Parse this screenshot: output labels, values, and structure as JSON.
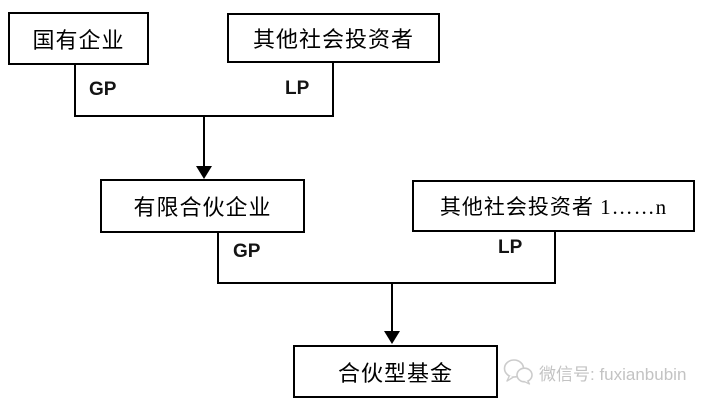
{
  "diagram": {
    "background": "#ffffff",
    "line_color": "#000000",
    "boxes": [
      {
        "id": "state-owned-enterprise",
        "label": "国有企业"
      },
      {
        "id": "other-social-investors",
        "label": "其他社会投资者"
      },
      {
        "id": "limited-partnership-enterprise",
        "label": "有限合伙企业"
      },
      {
        "id": "other-social-investors-n",
        "label": "其他社会投资者 1……n"
      },
      {
        "id": "partnership-fund",
        "label": "合伙型基金"
      }
    ],
    "edge_labels": [
      {
        "id": "gp-upper",
        "label": "GP"
      },
      {
        "id": "lp-upper",
        "label": "LP"
      },
      {
        "id": "gp-lower",
        "label": "GP"
      },
      {
        "id": "lp-lower",
        "label": "LP"
      }
    ],
    "watermark": {
      "icon": "wechat-icon",
      "label": "微信号: fuxianbubin",
      "color": "#c8c8c8"
    }
  }
}
